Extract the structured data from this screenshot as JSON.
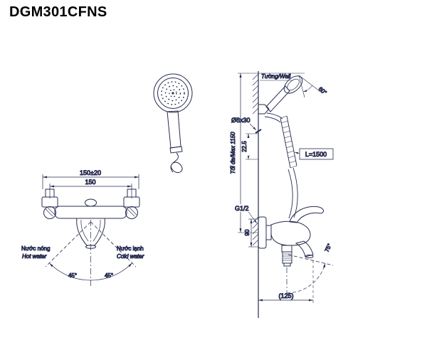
{
  "title": "DGM301CFNS",
  "colors": {
    "line": "#272c4f",
    "background": "#ffffff"
  },
  "front_view": {
    "dim_width_tolerance": "150±20",
    "dim_width": "150",
    "hot_label_vi": "Nước nóng",
    "hot_label_en": "Hot water",
    "cold_label_vi": "Nước lạnh",
    "cold_label_en": "Cold water",
    "angle_left": "45°",
    "angle_right": "45°"
  },
  "side_view": {
    "wall_label": "Tường/Wall",
    "anchor_label": "Ø8x30",
    "dim_holder_offset": "22.5",
    "hose_length": "L=1500",
    "dim_max_height": "Tối đa/Max 1150",
    "thread_label": "G1/2",
    "dim_body_height": "90",
    "dim_spout_reach": "(125)",
    "spout_swivel_angle": "75°",
    "head_angle": "60°"
  }
}
